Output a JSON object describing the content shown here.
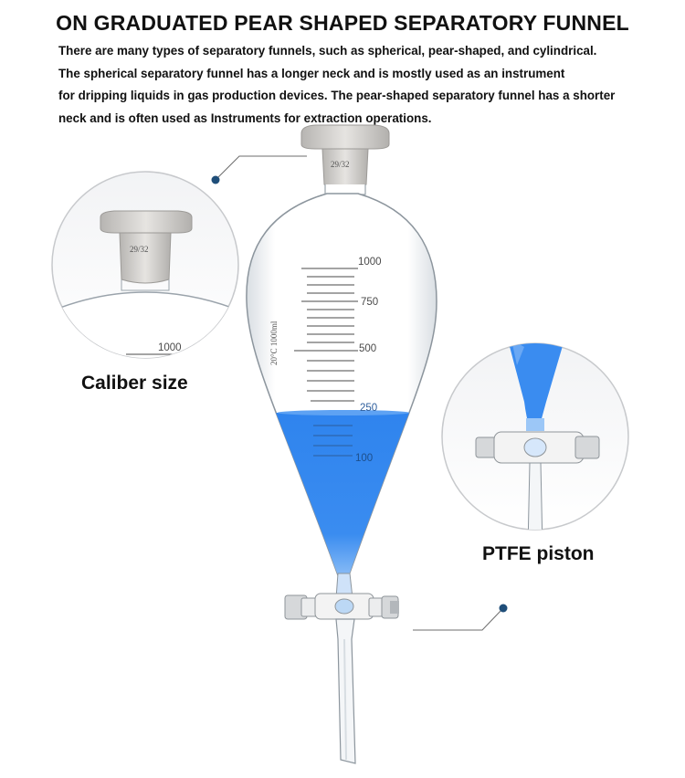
{
  "header": {
    "title": "ON GRADUATED PEAR SHAPED SEPARATORY FUNNEL",
    "description_lines": [
      "There are many types of separatory funnels, such as spherical, pear-shaped, and cylindrical.",
      "The spherical separatory funnel has a longer neck and is mostly used as an instrument",
      "for dripping liquids in gas production devices. The pear-shaped separatory funnel has a shorter",
      "neck and is often used as Instruments for extraction operations."
    ]
  },
  "callouts": {
    "left": {
      "label": "Caliber size"
    },
    "right": {
      "label": "PTFE piston"
    }
  },
  "funnel": {
    "stopper_marking": "29/32",
    "capacity_marking": "20°C 1000ml",
    "graduations": [
      "1000",
      "750",
      "500",
      "250",
      "100"
    ],
    "liquid_color": "#2a78e4",
    "accent_dot_color": "#1f4e79"
  },
  "zoom_left": {
    "stopper_marking": "29/32",
    "graduation": "1000"
  }
}
